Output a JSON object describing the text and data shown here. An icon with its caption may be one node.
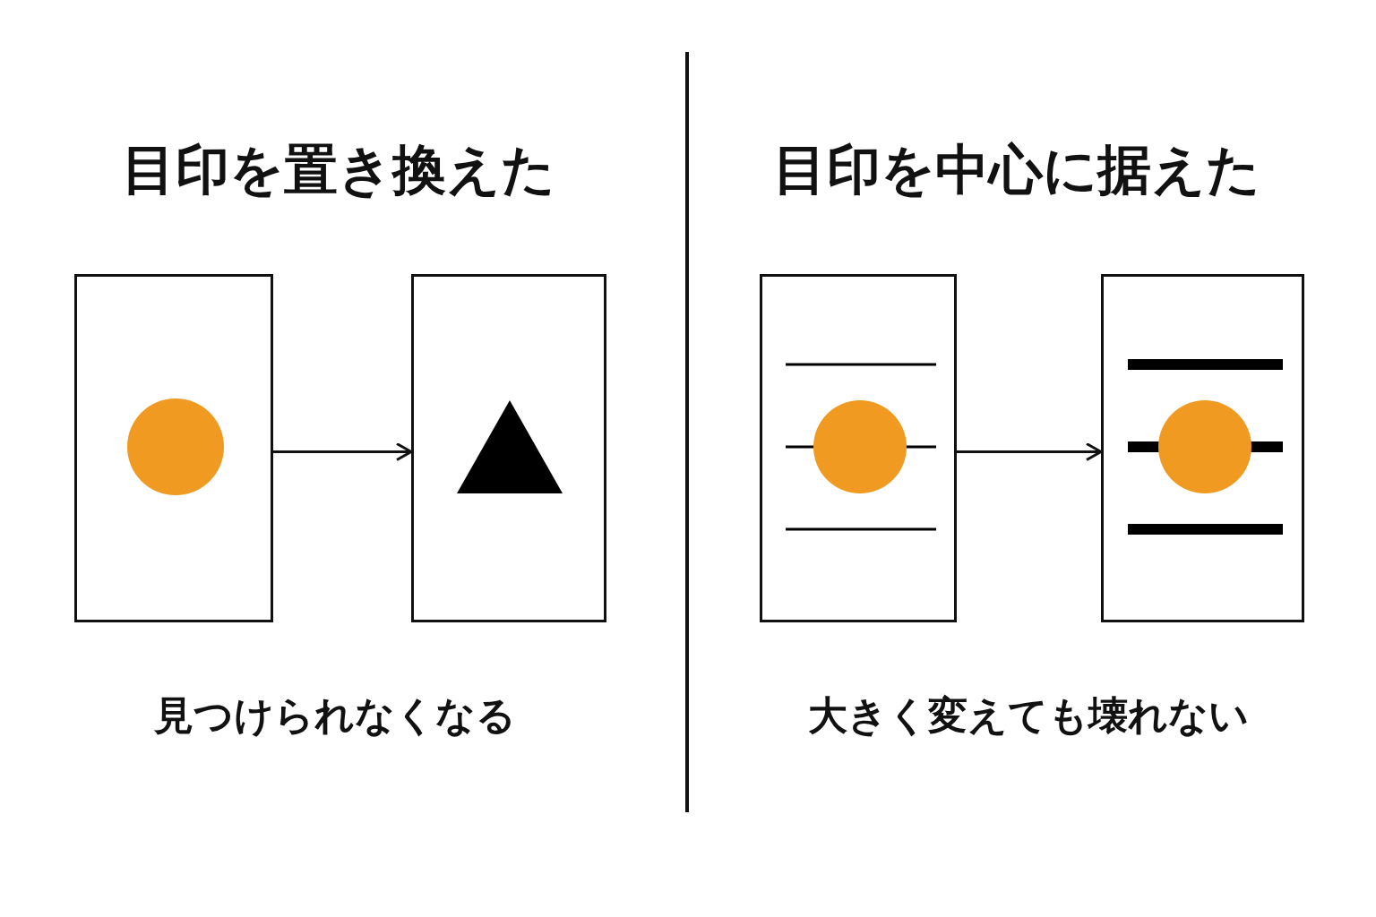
{
  "diagram": {
    "nodes": [
      {
        "text": [],
        "shape": "box"
      },
      {
        "text": [],
        "shape": "box"
      },
      {
        "text": [],
        "shape": "box"
      },
      {
        "text": [],
        "shape": "box"
      }
    ],
    "edges": [
      {
        "from": 0,
        "to": 1,
        "arrow": "to"
      },
      {
        "from": 2,
        "to": 3,
        "arrow": "to"
      }
    ],
    "labels": [
      "目印を置き換えた",
      "目印を中心に据えた",
      "見つけられなくなる",
      "大きく変えても壊れない"
    ]
  }
}
